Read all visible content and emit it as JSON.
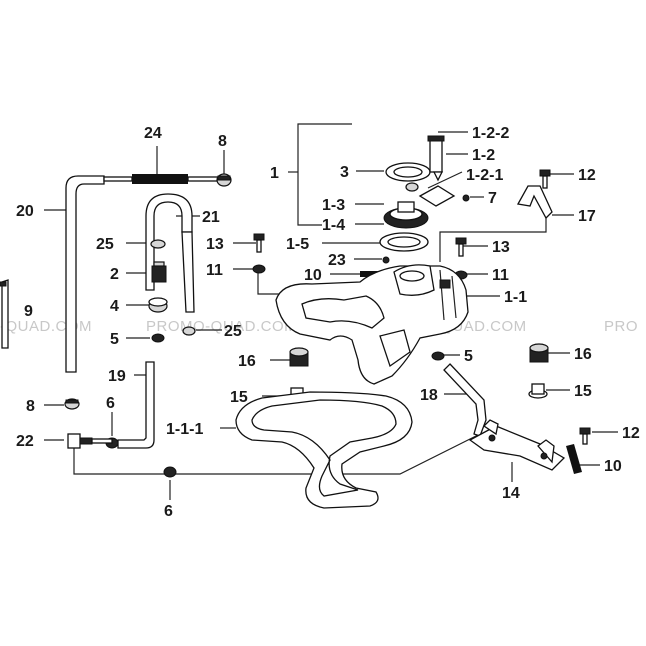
{
  "watermark": {
    "left": "-QUAD.COM",
    "center": "PROMO-QUAD.COM",
    "right": "-PROMO-QUAD.COM",
    "far_right": "PRO"
  },
  "labels": {
    "p24": "24",
    "p8_top": "8",
    "p20": "20",
    "p21": "21",
    "p25_top": "25",
    "p2": "2",
    "p4": "4",
    "p5_left": "5",
    "p25_bottom": "25",
    "p19": "19",
    "p8_bottom": "8",
    "p6_mid": "6",
    "p22": "22",
    "p6_bottom": "6",
    "p9": "9",
    "p1": "1",
    "p3": "3",
    "p1_3": "1-3",
    "p1_4": "1-4",
    "p1_5": "1-5",
    "p23": "23",
    "p13_left": "13",
    "p11_left": "11",
    "p10_top": "10",
    "p1_2_2": "1-2-2",
    "p1_2": "1-2",
    "p1_2_1": "1-2-1",
    "p7": "7",
    "p12_top": "12",
    "p17": "17",
    "p13_right": "13",
    "p11_right": "11",
    "p1_1": "1-1",
    "p5_right": "5",
    "p16_left": "16",
    "p15_left": "15",
    "p16_right": "16",
    "p15_right": "15",
    "p18": "18",
    "p1_1_1": "1-1-1",
    "p12_bottom": "12",
    "p10_bottom": "10",
    "p14": "14"
  }
}
